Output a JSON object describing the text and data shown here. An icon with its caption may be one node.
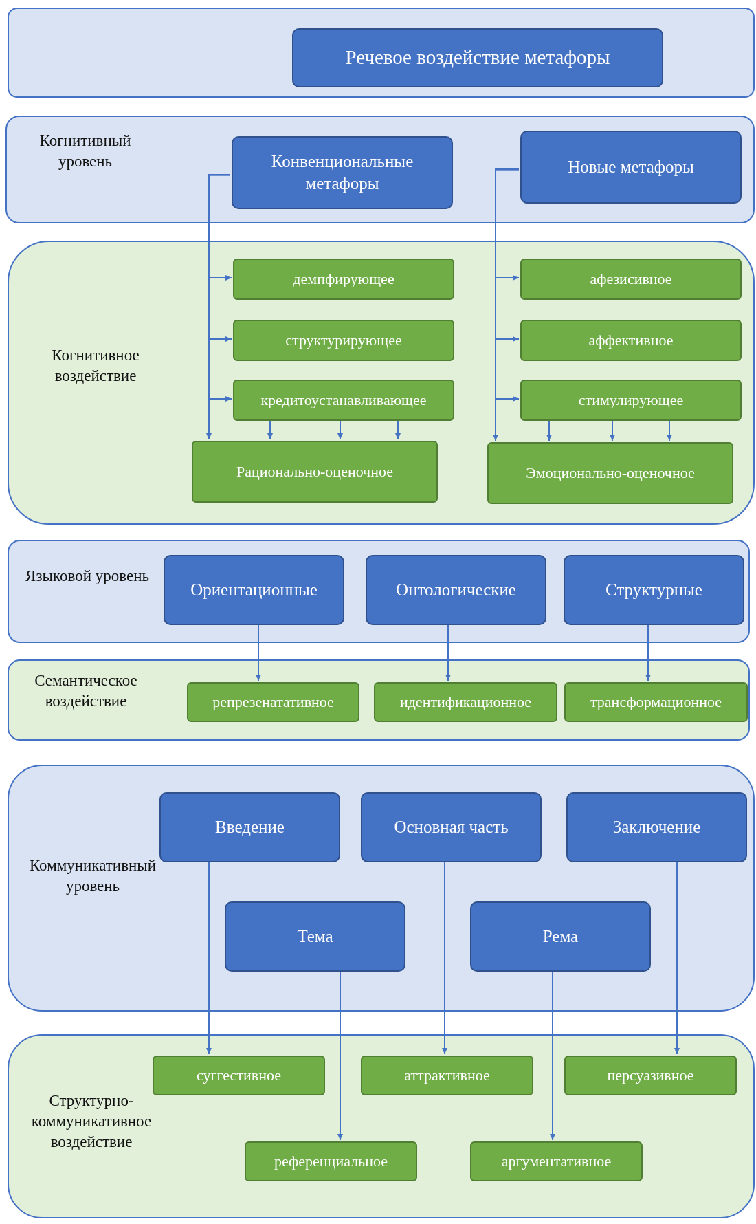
{
  "diagram": {
    "nodes": [
      {
        "text": [],
        "shape": "box"
      },
      {
        "text": [
          "Речевое воздействие метафоры"
        ],
        "in": 0
      },
      {
        "text": [
          "Когнитивный уровень"
        ]
      },
      {
        "text": [
          "Конвенциональные метафоры"
        ],
        "in": 2
      },
      {
        "text": [
          "Новые метафоры"
        ],
        "in": 2
      },
      {
        "text": [
          "Когнитивное воздействие"
        ]
      },
      {
        "text": [
          "демпфирующее"
        ],
        "in": 5
      },
      {
        "text": [
          "структурирующее"
        ],
        "in": 5
      },
      {
        "text": [
          "кредитоустанавливающее"
        ],
        "in": 5
      },
      {
        "text": [
          "Рационально-оценочное"
        ],
        "in": 5
      },
      {
        "text": [
          "афезисивное"
        ],
        "in": 5
      },
      {
        "text": [
          "аффективное"
        ],
        "in": 5
      },
      {
        "text": [
          "стимулирующее"
        ],
        "in": 5
      },
      {
        "text": [
          "Эмоционально-оценочное"
        ],
        "in": 5
      },
      {
        "text": [
          "Языковой уровень"
        ]
      },
      {
        "text": [
          "Ориентационные"
        ],
        "in": 14
      },
      {
        "text": [
          "Онтологические"
        ],
        "in": 14
      },
      {
        "text": [
          "Структурные"
        ],
        "in": 14
      },
      {
        "text": [
          "Семантическое воздействие"
        ]
      },
      {
        "text": [
          "репрезенатативное"
        ],
        "in": 18
      },
      {
        "text": [
          "идентификационное"
        ],
        "in": 18
      },
      {
        "text": [
          "трансформационное"
        ],
        "in": 18
      },
      {
        "text": [
          "Коммуникативный уровень"
        ]
      },
      {
        "text": [
          "Введение"
        ],
        "in": 22
      },
      {
        "text": [
          "Основная часть"
        ],
        "in": 22
      },
      {
        "text": [
          "Заключение"
        ],
        "in": 22
      },
      {
        "text": [
          "Тема"
        ],
        "in": 22
      },
      {
        "text": [
          "Рема"
        ],
        "in": 22
      },
      {
        "text": [
          "Структурно-коммуникативное воздействие"
        ]
      },
      {
        "text": [
          "суггестивное"
        ],
        "in": 28
      },
      {
        "text": [
          "аттрактивное"
        ],
        "in": 28
      },
      {
        "text": [
          "персуазивное"
        ],
        "in": 28
      },
      {
        "text": [
          "референциальное"
        ],
        "in": 28
      },
      {
        "text": [
          "аргументативное"
        ],
        "in": 28
      }
    ],
    "edges": [
      {
        "from": 3,
        "to": 6,
        "arrow": "to"
      },
      {
        "from": 3,
        "to": 7,
        "arrow": "to"
      },
      {
        "from": 3,
        "to": 8,
        "arrow": "to"
      },
      {
        "from": 3,
        "to": 9,
        "arrow": "to"
      },
      {
        "from": 8,
        "to": 9,
        "arrow": "to"
      },
      {
        "from": 8,
        "to": 9,
        "arrow": "to"
      },
      {
        "from": 8,
        "to": 9,
        "arrow": "to"
      },
      {
        "from": 4,
        "to": 10,
        "arrow": "to"
      },
      {
        "from": 4,
        "to": 11,
        "arrow": "to"
      },
      {
        "from": 4,
        "to": 12,
        "arrow": "to"
      },
      {
        "from": 4,
        "to": 13,
        "arrow": "to"
      },
      {
        "from": 12,
        "to": 13,
        "arrow": "to"
      },
      {
        "from": 12,
        "to": 13,
        "arrow": "to"
      },
      {
        "from": 12,
        "to": 13,
        "arrow": "to"
      },
      {
        "from": 15,
        "to": 19,
        "arrow": "to"
      },
      {
        "from": 16,
        "to": 20,
        "arrow": "to"
      },
      {
        "from": 17,
        "to": 21,
        "arrow": "to"
      },
      {
        "from": 23,
        "to": 29,
        "arrow": "to"
      },
      {
        "from": 24,
        "to": 30,
        "arrow": "to"
      },
      {
        "from": 25,
        "to": 31,
        "arrow": "to"
      },
      {
        "from": 26,
        "to": 32,
        "arrow": "to"
      },
      {
        "from": 27,
        "to": 33,
        "arrow": "to"
      }
    ]
  }
}
